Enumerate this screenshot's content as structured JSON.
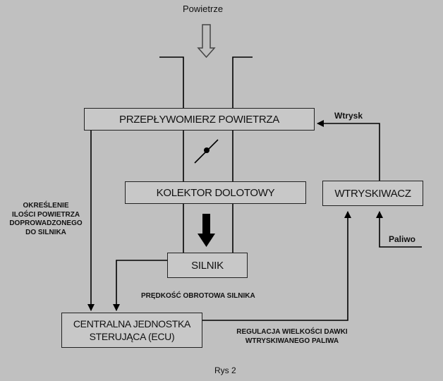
{
  "labels": {
    "air": "Powietrze",
    "injection": "Wtrysk",
    "fuel": "Paliwo",
    "air_amount": [
      "OKREŚLENIE",
      "ILOŚCI POWIETRZA",
      "DOPROWADZONEGO",
      "DO SILNIKA"
    ],
    "engine_speed": "PRĘDKOŚĆ OBROTOWA SILNIKA",
    "dose_regulation": [
      "REGULACJA WIELKOŚCI DAWKI",
      "WTRYSKIWANEGO PALIWA"
    ],
    "caption": "Rys 2"
  },
  "boxes": {
    "airflow_meter": "PRZEPŁYWOMIERZ POWIETRZA",
    "intake_manifold": "KOLEKTOR DOLOTOWY",
    "injector": "WTRYSKIWACZ",
    "engine": "SILNIK",
    "ecu": [
      "CENTRALNA JEDNOSTKA",
      "STERUJĄCA (ECU)"
    ]
  },
  "colors": {
    "background": "#c0c0c0",
    "box_fill": "#c8c8c8",
    "line": "#000000"
  }
}
